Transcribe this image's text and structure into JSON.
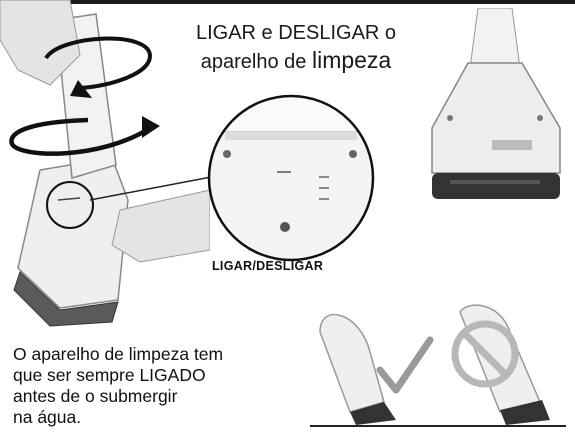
{
  "title": {
    "line1": "LIGAR e DESLIGAR o",
    "line2_prefix": "aparelho de ",
    "line2_emphasis": "limpeza"
  },
  "callout_label": "LIGAR/DESLIGAR",
  "instruction": {
    "line1": "O aparelho de limpeza tem",
    "line2": "que ser sempre LIGADO",
    "line3": "antes de o submergir",
    "line4": "na água."
  },
  "colors": {
    "ink": "#1a1a1a",
    "device_body": "#eeeeee",
    "device_base": "#3a3a3a",
    "check_mark": "#9a9a9a",
    "prohibition_sign": "#b8b8b8"
  }
}
